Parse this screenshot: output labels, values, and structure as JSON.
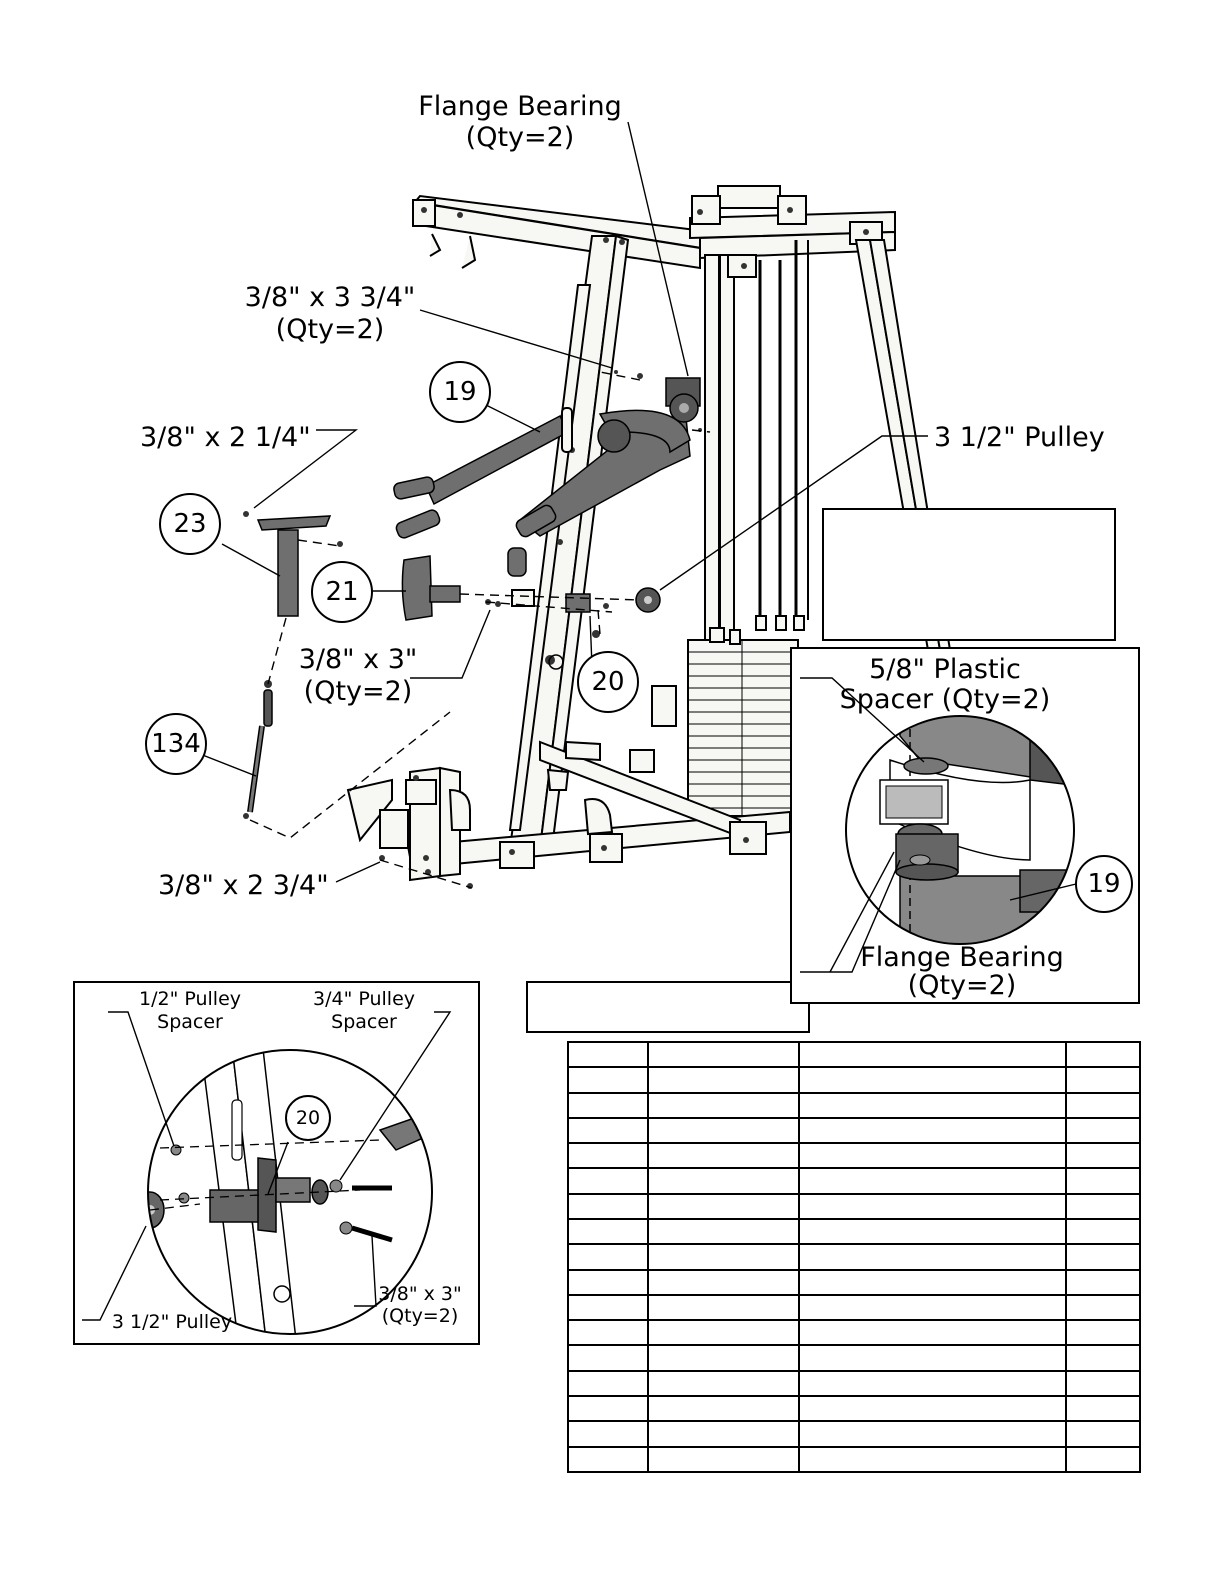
{
  "labels": {
    "flange_bearing_top": [
      "Flange Bearing",
      "(Qty=2)"
    ],
    "bolt_3_8x3_3_4": [
      "3/8\" x 3 3/4\"",
      "(Qty=2)"
    ],
    "bolt_3_8x2_1_4": "3/8\" x 2 1/4\"",
    "pulley_3_1_2": "3 1/2\" Pulley",
    "bolt_3_8x3": [
      "3/8\" x 3\"",
      "(Qty=2)"
    ],
    "bolt_3_8x2_3_4": "3/8\" x 2 3/4\""
  },
  "callouts": [
    "19",
    "23",
    "21",
    "20",
    "134"
  ],
  "detail_right": {
    "spacer_label": [
      "5/8\" Plastic",
      "Spacer (Qty=2)"
    ],
    "callout": "19",
    "bearing_label": [
      "Flange Bearing",
      "(Qty=2)"
    ]
  },
  "detail_left": {
    "half_spacer": [
      "1/2\" Pulley",
      "Spacer"
    ],
    "three_quarter_spacer": [
      "3/4\" Pulley",
      "Spacer"
    ],
    "callout": "20",
    "pulley": "3 1/2\" Pulley",
    "bolt": [
      "3/8\" x 3\"",
      "(Qty=2)"
    ]
  },
  "parts_table": {
    "columns": 4,
    "rows": 17
  }
}
